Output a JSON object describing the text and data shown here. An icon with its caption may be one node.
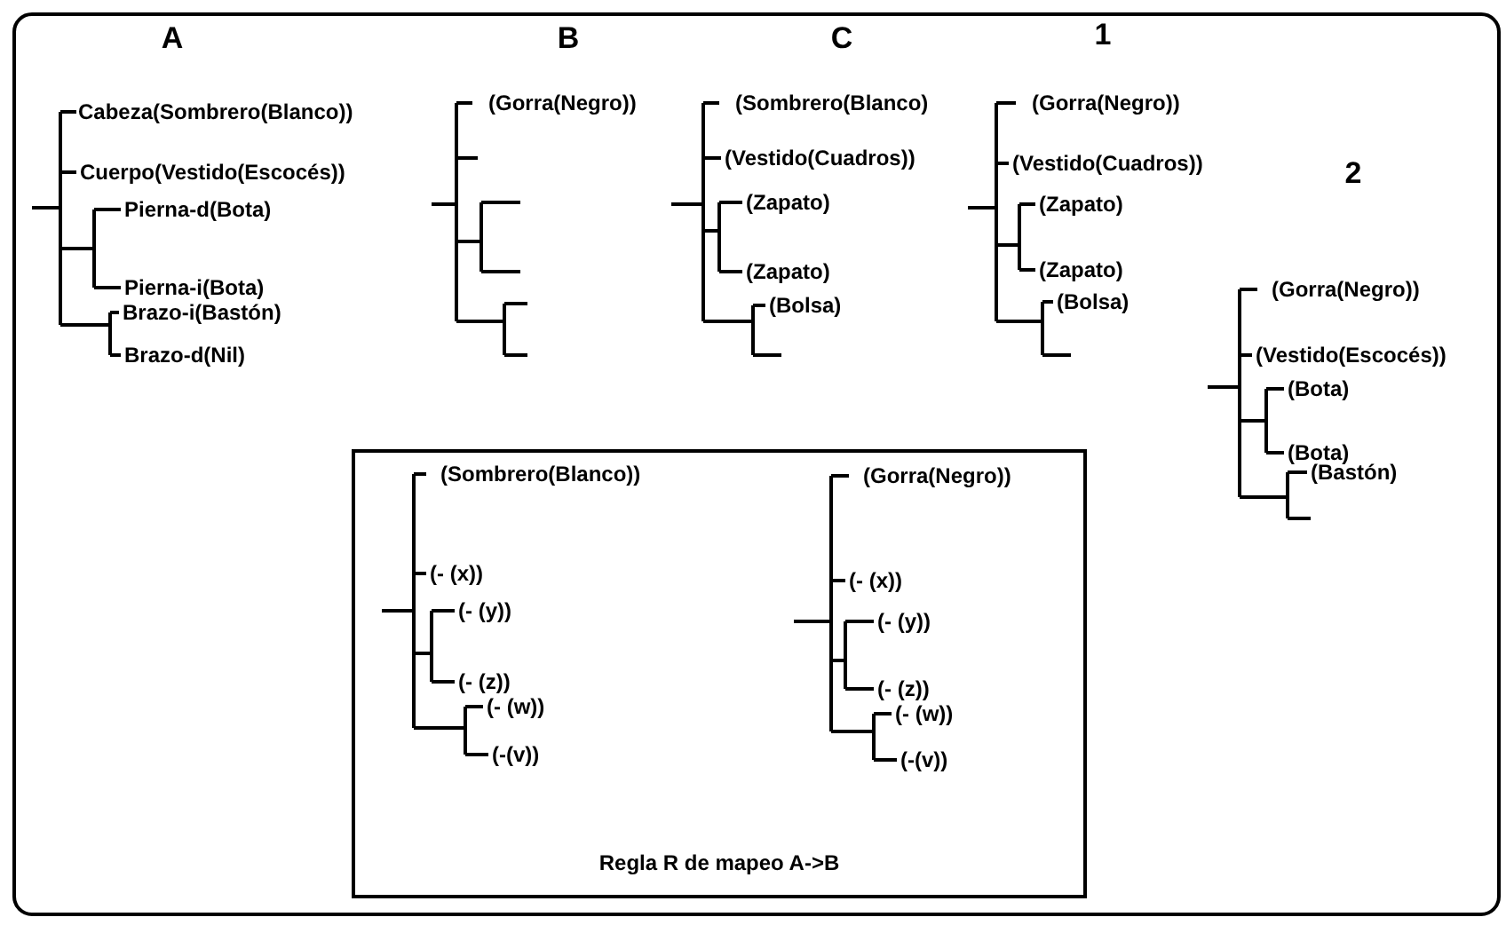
{
  "diagram": {
    "nodes": [
      {
        "text": [
          "Regla R de mapeo A->B"
        ]
      }
    ],
    "labels": [
      "A",
      "B",
      "C",
      "1",
      "Cabeza(Sombrero(Blanco))",
      "Cuerpo(Vestido(Escocés))",
      "Pierna-d(Bota)",
      "Pierna-i(Bota)",
      "Brazo-i(Bastón)",
      "Brazo-d(Nil)",
      "(Gorra(Negro))",
      "(Sombrero(Blanco)",
      "(Vestido(Cuadros))",
      "(Zapato)",
      "(Zapato)",
      "(Bolsa)",
      "(Gorra(Negro))",
      "(Vestido(Cuadros))",
      "(Zapato)",
      "(Zapato)",
      "(Bolsa)",
      "2",
      "(Gorra(Negro))",
      "(Vestido(Escocés))",
      "(Bota)",
      "(Bota)",
      "(Sombrero(Blanco))",
      "(Gorra(Negro))",
      "(Bastón)",
      "(- (x))",
      "(- (y))",
      "(- (z))",
      "(- (w))",
      "(-(v))",
      "(- (x))",
      "(- (y))",
      "(- (z))",
      "(- (w))",
      "(-(v))"
    ]
  }
}
